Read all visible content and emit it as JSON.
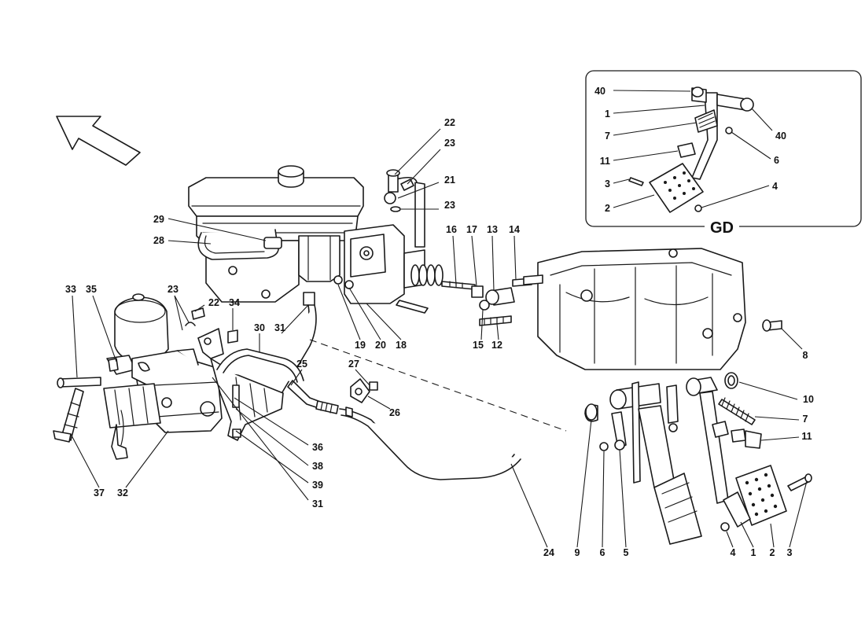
{
  "inset": {
    "title": "GD",
    "callouts": [
      "40",
      "1",
      "7",
      "11",
      "3",
      "2",
      "40",
      "6",
      "4"
    ]
  },
  "callouts": [
    "22",
    "23",
    "21",
    "23",
    "29",
    "28",
    "16",
    "17",
    "13",
    "14",
    "33",
    "35",
    "23",
    "22",
    "34",
    "30",
    "31",
    "19",
    "20",
    "18",
    "15",
    "12",
    "8",
    "25",
    "27",
    "26",
    "10",
    "7",
    "11",
    "37",
    "32",
    "36",
    "38",
    "39",
    "31",
    "24",
    "9",
    "6",
    "5",
    "4",
    "1",
    "2",
    "3"
  ]
}
